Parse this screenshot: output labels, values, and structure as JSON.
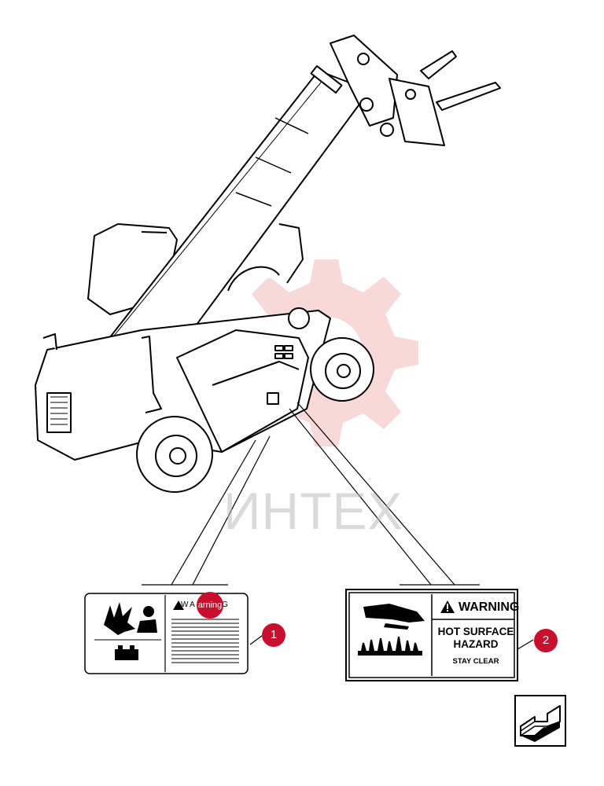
{
  "watermark": {
    "text": "ИНТЕХ",
    "color": "#e05050"
  },
  "decal_1": {
    "warning_header": "WARNING",
    "badge_label": "arning",
    "callout": "1"
  },
  "decal_2": {
    "warning_header": "WARNING",
    "hazard_line1": "HOT SURFACE",
    "hazard_line2": "HAZARD",
    "stay_clear": "STAY CLEAR",
    "callout": "2"
  },
  "navigation": {
    "next_icon": "arrow-next-icon"
  },
  "colors": {
    "callout": "#c8102e",
    "line_art": "#000000"
  }
}
